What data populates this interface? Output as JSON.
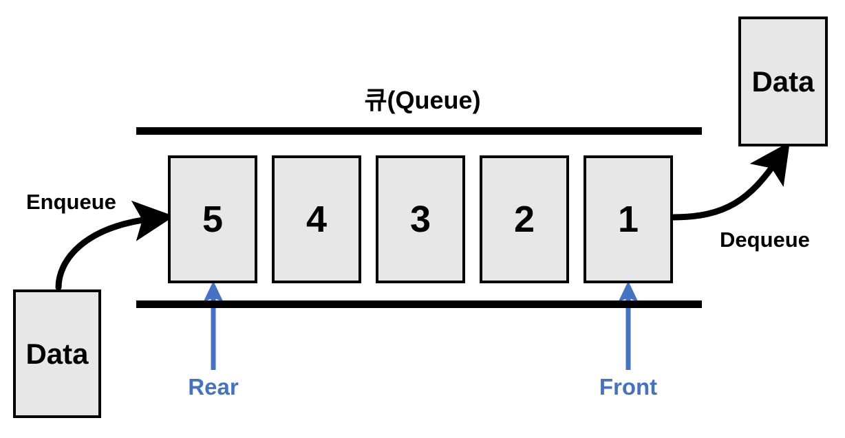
{
  "diagram": {
    "title": "큐(Queue)",
    "colors": {
      "box_fill": "#e7e7e7",
      "box_stroke": "#000000",
      "rail": "#000000",
      "pointer_blue": "#4472c4",
      "background": "#ffffff"
    },
    "queue": {
      "cells": [
        {
          "value": "5"
        },
        {
          "value": "4"
        },
        {
          "value": "3"
        },
        {
          "value": "2"
        },
        {
          "value": "1"
        }
      ]
    },
    "operations": {
      "enqueue_label": "Enqueue",
      "dequeue_label": "Dequeue"
    },
    "pointers": {
      "rear_label": "Rear",
      "front_label": "Front"
    },
    "data_boxes": {
      "incoming_label": "Data",
      "outgoing_label": "Data"
    }
  }
}
